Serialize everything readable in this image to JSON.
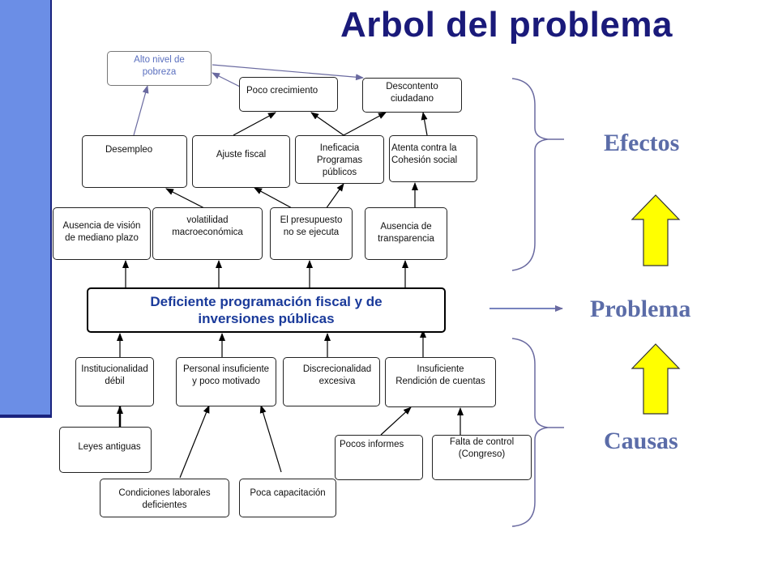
{
  "title": "Arbol del problema",
  "labels": {
    "effects": "Efectos",
    "problem": "Problema",
    "causes": "Causas"
  },
  "central_problem": "Deficiente programación fiscal y de\ninversiones públicas",
  "effects": {
    "level3": {
      "poverty": "Alto nivel de\npobreza",
      "growth": "Poco crecimiento",
      "discontent": "Descontento\nciudadano"
    },
    "level2": {
      "unemployment": "Desempleo",
      "fiscal_adjustment": "Ajuste fiscal",
      "inefficiency": "Ineficacia\nProgramas\npúblicos",
      "cohesion": "Atenta contra la\nCohesión social"
    },
    "level1": {
      "vision": "Ausencia de visión\nde mediano plazo",
      "volatility": "volatilidad\nmacroeconómica",
      "budget": "El presupuesto\nno se ejecuta",
      "transparency": "Ausencia de\ntransparencia"
    }
  },
  "causes": {
    "level1": {
      "institutions": "Institucionalidad\ndébil",
      "staff": "Personal insuficiente\ny poco motivado",
      "discretion": "Discrecionalidad\nexcesiva",
      "accountability": "Insuficiente\nRendición de cuentas"
    },
    "level2": {
      "laws": "Leyes antiguas",
      "reports": "Pocos informes",
      "control": "Falta de control\n(Congreso)"
    },
    "level3": {
      "conditions": "Condiciones laborales\ndeficientes",
      "training": "Poca capacitación"
    }
  },
  "colors": {
    "sidebar": "#6b8ee6",
    "title": "#1a1a7a",
    "label": "#5b6ca8",
    "arrow_fill": "#ffff00",
    "central_text": "#1a3a9a"
  }
}
